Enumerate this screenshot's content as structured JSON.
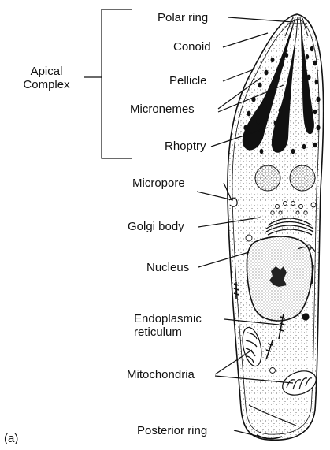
{
  "figure_tag": "(a)",
  "group": {
    "label_line1": "Apical",
    "label_line2": "Complex"
  },
  "labels": {
    "polar_ring": "Polar ring",
    "conoid": "Conoid",
    "pellicle": "Pellicle",
    "micronemes": "Micronemes",
    "rhoptry": "Rhoptry",
    "micropore": "Micropore",
    "golgi_body": "Golgi body",
    "nucleus": "Nucleus",
    "er_line1": "Endoplasmic",
    "er_line2": "reticulum",
    "mitochondria": "Mitochondria",
    "posterior_ring": "Posterior ring"
  },
  "colors": {
    "ink": "#111111",
    "fill": "#ffffff",
    "nucleolus": "#222222"
  }
}
